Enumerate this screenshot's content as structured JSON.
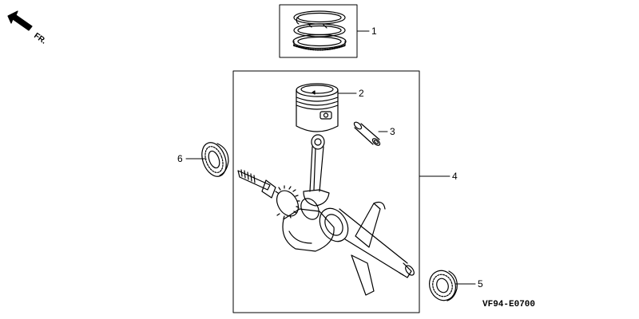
{
  "orientation": {
    "label": "FR."
  },
  "callouts": [
    {
      "id": "1",
      "part": "piston-ring-set"
    },
    {
      "id": "2",
      "part": "piston"
    },
    {
      "id": "3",
      "part": "piston-pin"
    },
    {
      "id": "4",
      "part": "crankshaft-assembly"
    },
    {
      "id": "5",
      "part": "oil-seal-lower"
    },
    {
      "id": "6",
      "part": "oil-seal-upper"
    }
  ],
  "figure_code": "VF94-E0700",
  "colors": {
    "line": "#000000",
    "background": "#ffffff"
  }
}
